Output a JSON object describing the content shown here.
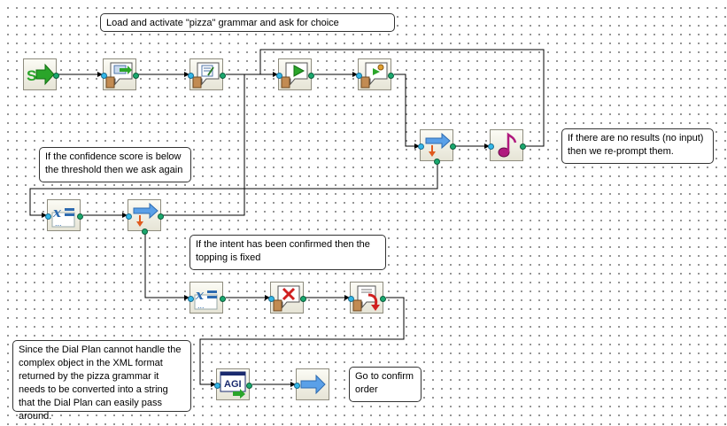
{
  "notes": {
    "load_grammar": "Load and activate \"pizza\" grammar and ask for choice",
    "confidence": "If the confidence score is below the threshold then we ask again",
    "no_results": "If there are no results (no input) then we re-prompt them.",
    "intent_confirmed": "If the intent has been confirmed then the topping is fixed",
    "dial_plan": "Since the Dial Plan cannot handle the complex object in the XML format returned by the pizza grammar it needs to be converted into a string that the Dial Plan can easily pass around.",
    "goto_confirm": "Go to confirm order"
  },
  "agi_label": "AGI",
  "colors": {
    "wire": "#000000",
    "start_green": "#2aa52a",
    "arrow_blue": "#5aa0e8",
    "decision_red": "#e05a1e",
    "music_magenta": "#b0197e"
  }
}
